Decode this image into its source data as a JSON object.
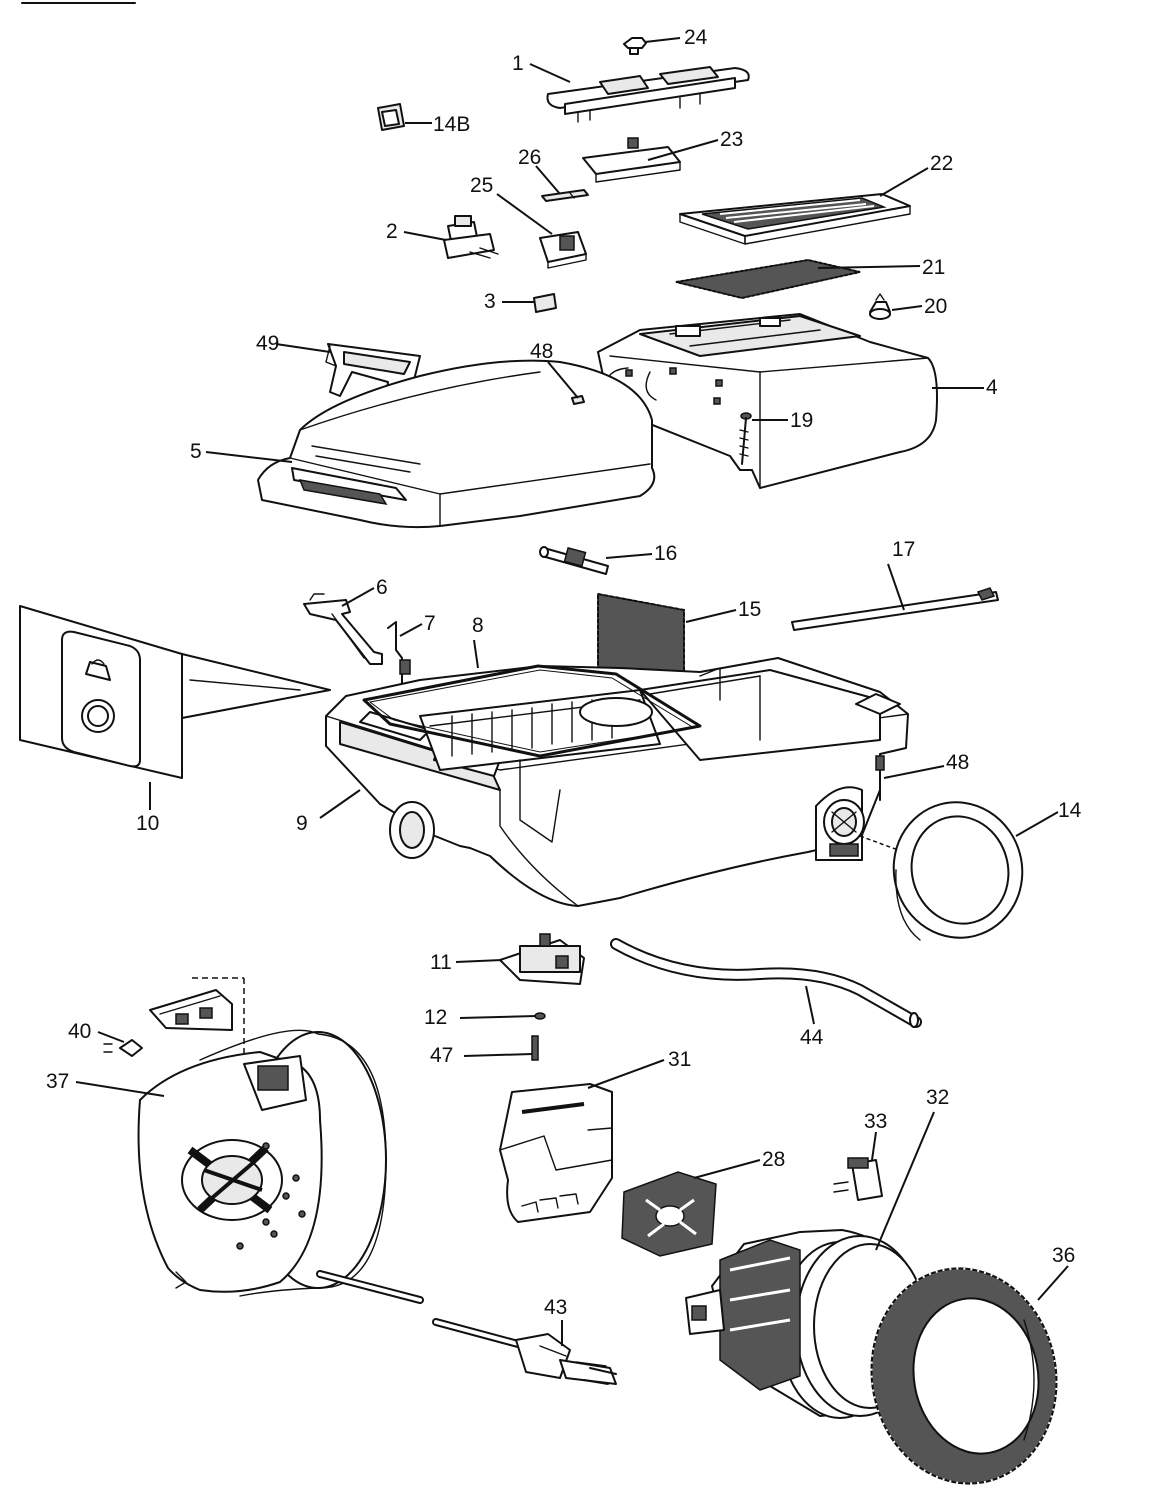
{
  "callouts": [
    {
      "id": "c24",
      "text": "24"
    },
    {
      "id": "c1",
      "text": "1"
    },
    {
      "id": "c14b",
      "text": "14B"
    },
    {
      "id": "c23",
      "text": "23"
    },
    {
      "id": "c26",
      "text": "26"
    },
    {
      "id": "c22",
      "text": "22"
    },
    {
      "id": "c25",
      "text": "25"
    },
    {
      "id": "c2",
      "text": "2"
    },
    {
      "id": "c21",
      "text": "21"
    },
    {
      "id": "c3",
      "text": "3"
    },
    {
      "id": "c20",
      "text": "20"
    },
    {
      "id": "c4",
      "text": "4"
    },
    {
      "id": "c49",
      "text": "49"
    },
    {
      "id": "c19",
      "text": "19"
    },
    {
      "id": "c48a",
      "text": "48"
    },
    {
      "id": "c5",
      "text": "5"
    },
    {
      "id": "c16",
      "text": "16"
    },
    {
      "id": "c17",
      "text": "17"
    },
    {
      "id": "c6",
      "text": "6"
    },
    {
      "id": "c15",
      "text": "15"
    },
    {
      "id": "c7",
      "text": "7"
    },
    {
      "id": "c8",
      "text": "8"
    },
    {
      "id": "c48b",
      "text": "48"
    },
    {
      "id": "c14",
      "text": "14"
    },
    {
      "id": "c10",
      "text": "10"
    },
    {
      "id": "c9",
      "text": "9"
    },
    {
      "id": "c11",
      "text": "11"
    },
    {
      "id": "c12",
      "text": "12"
    },
    {
      "id": "c44",
      "text": "44"
    },
    {
      "id": "c40",
      "text": "40"
    },
    {
      "id": "c47",
      "text": "47"
    },
    {
      "id": "c31",
      "text": "31"
    },
    {
      "id": "c37",
      "text": "37"
    },
    {
      "id": "c33",
      "text": "33"
    },
    {
      "id": "c28",
      "text": "28"
    },
    {
      "id": "c32",
      "text": "32"
    },
    {
      "id": "c36",
      "text": "36"
    },
    {
      "id": "c43",
      "text": "43"
    }
  ]
}
